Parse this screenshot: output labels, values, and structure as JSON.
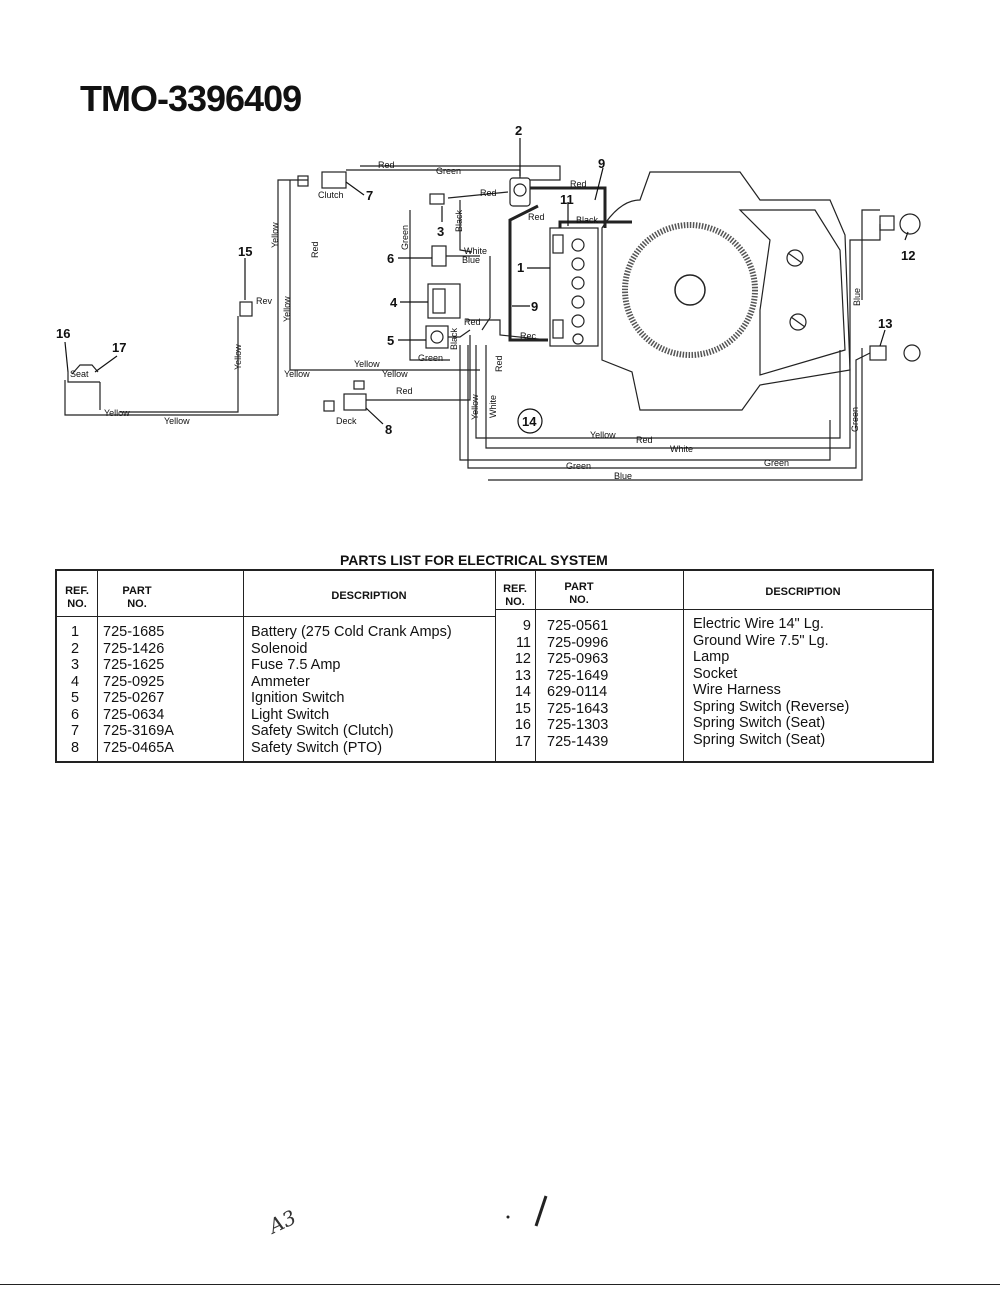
{
  "document": {
    "title": "TMO-3396409"
  },
  "diagram": {
    "reference_numbers": [
      "1",
      "2",
      "3",
      "4",
      "5",
      "6",
      "7",
      "8",
      "9",
      "9",
      "11",
      "12",
      "13",
      "14",
      "15",
      "16",
      "17"
    ],
    "component_labels": {
      "clutch": "Clutch",
      "rev": "Rev",
      "seat": "Seat",
      "deck": "Deck"
    },
    "wire_labels": {
      "red": "Red",
      "green": "Green",
      "yellow": "Yellow",
      "black": "Black",
      "white": "White",
      "blue": "Blue",
      "rec": "Rec"
    }
  },
  "parts_list": {
    "title": "PARTS LIST FOR ELECTRICAL SYSTEM",
    "headers": {
      "ref_no": [
        "REF.",
        "NO."
      ],
      "part_no": [
        "PART",
        "NO."
      ],
      "description": "DESCRIPTION"
    },
    "left": [
      {
        "ref": "1",
        "part": "725-1685",
        "desc": "Battery (275 Cold Crank Amps)"
      },
      {
        "ref": "2",
        "part": "725-1426",
        "desc": "Solenoid"
      },
      {
        "ref": "3",
        "part": "725-1625",
        "desc": "Fuse 7.5 Amp"
      },
      {
        "ref": "4",
        "part": "725-0925",
        "desc": "Ammeter"
      },
      {
        "ref": "5",
        "part": "725-0267",
        "desc": "Ignition Switch"
      },
      {
        "ref": "6",
        "part": "725-0634",
        "desc": "Light Switch"
      },
      {
        "ref": "7",
        "part": "725-3169A",
        "desc": "Safety Switch (Clutch)"
      },
      {
        "ref": "8",
        "part": "725-0465A",
        "desc": "Safety Switch (PTO)"
      }
    ],
    "right": [
      {
        "ref": "9",
        "part": "725-0561",
        "desc": "Electric Wire 14\" Lg."
      },
      {
        "ref": "11",
        "part": "725-0996",
        "desc": "Ground Wire 7.5\" Lg."
      },
      {
        "ref": "12",
        "part": "725-0963",
        "desc": "Lamp"
      },
      {
        "ref": "13",
        "part": "725-1649",
        "desc": "Socket"
      },
      {
        "ref": "14",
        "part": "629-0114",
        "desc": "Wire Harness"
      },
      {
        "ref": "15",
        "part": "725-1643",
        "desc": "Spring Switch (Reverse)"
      },
      {
        "ref": "16",
        "part": "725-1303",
        "desc": "Spring Switch (Seat)"
      },
      {
        "ref": "17",
        "part": "725-1439",
        "desc": "Spring Switch (Seat)"
      }
    ]
  },
  "handwriting": {
    "mark": "A3"
  }
}
